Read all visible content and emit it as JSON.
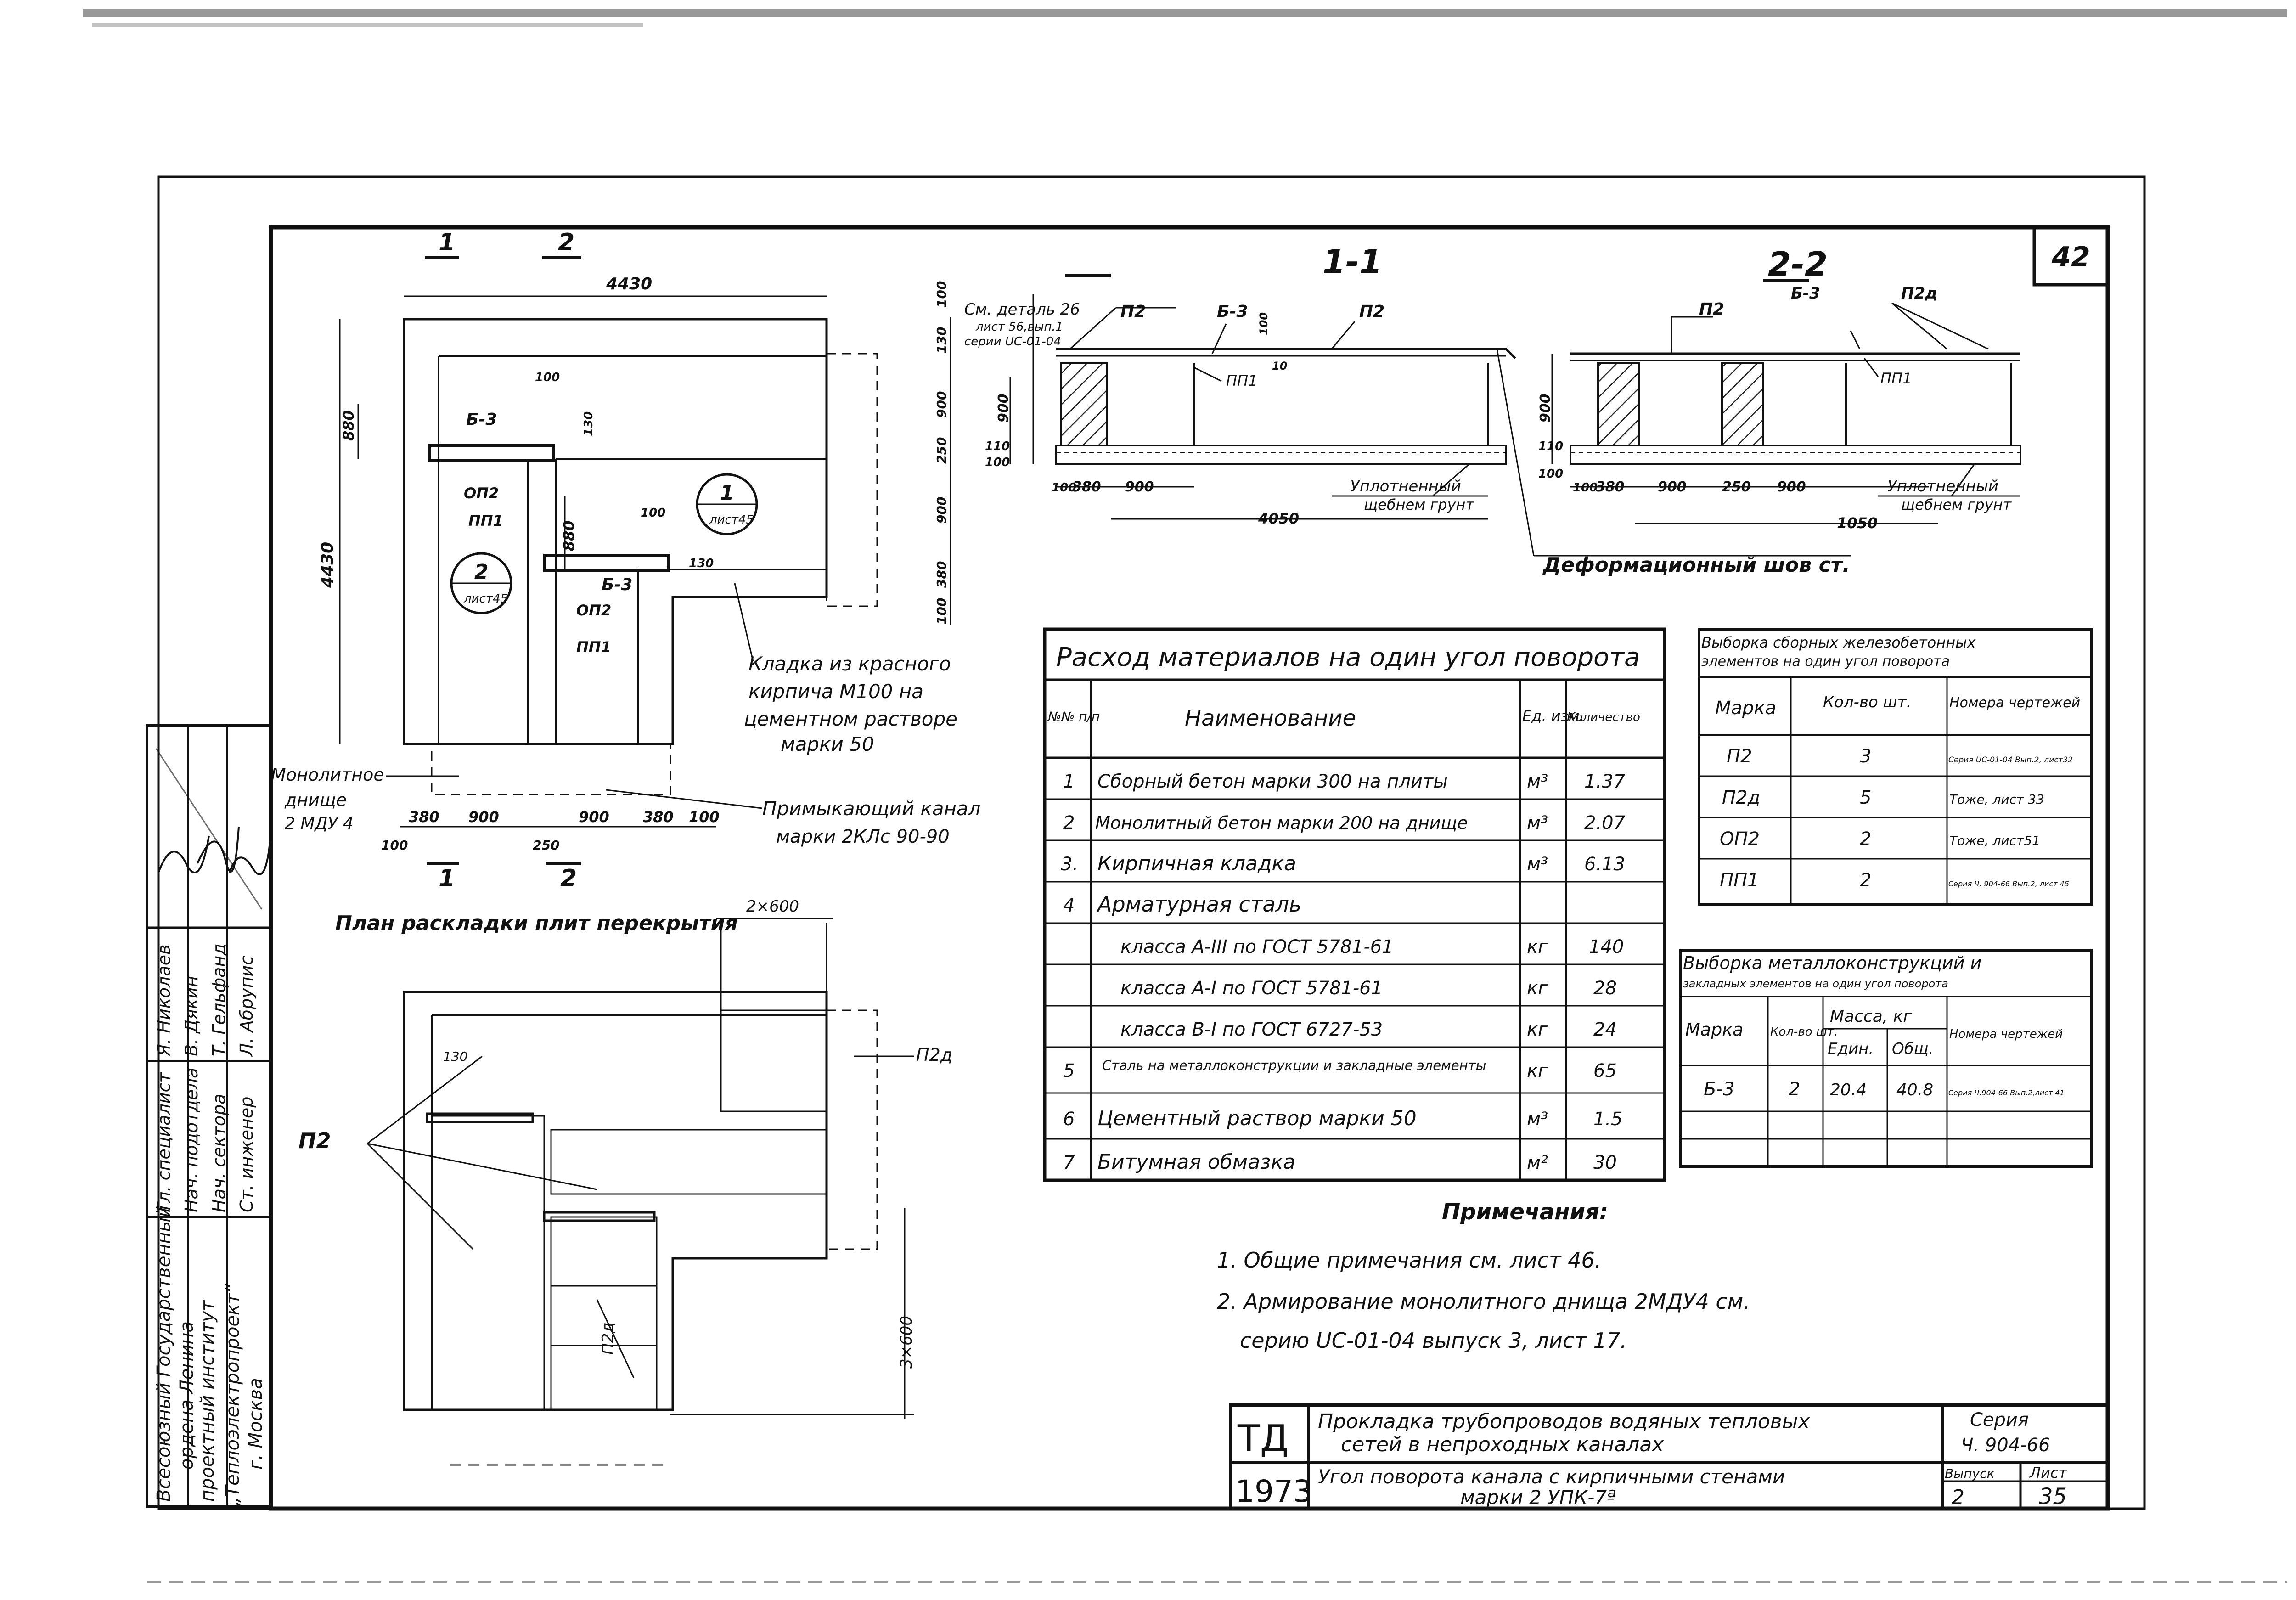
{
  "sheet_number": "42",
  "plan": {
    "title": "План раскладки плит перекрытия",
    "dims_top": "4430",
    "dims_left": "4430",
    "dims_right": [
      "100",
      "130",
      "900",
      "250",
      "900",
      "380",
      "100"
    ],
    "dims_bottom": [
      "100",
      "380",
      "900",
      "250",
      "900",
      "380",
      "100"
    ],
    "dims_inner": {
      "d880a": "880",
      "d880b": "880",
      "d100a": "100",
      "d100b": "100",
      "d130": "130",
      "d130b": "130"
    },
    "section_marks": [
      {
        "num": "1"
      },
      {
        "num": "2"
      }
    ],
    "labels": {
      "b3a": "Б-3",
      "b3b": "Б-3",
      "opt2a": "ОП2",
      "opt2b": "ОП2",
      "pp1a": "ПП1",
      "pp1b": "ПП1"
    },
    "callouts": [
      {
        "num": "1",
        "sheet": "лист45"
      },
      {
        "num": "2",
        "sheet": "лист45"
      }
    ],
    "notes": {
      "kladka": [
        "Кладка из красного",
        "кирпича  М100 на",
        "цементном растворе",
        "марки  50"
      ],
      "monolit": [
        "Монолитное",
        "днище",
        "2 МДУ 4"
      ],
      "canal": [
        "Примыкающий канал",
        "марки 2КЛс 90-90"
      ]
    }
  },
  "plan2": {
    "dims": {
      "top": "2×600",
      "side": "3×600",
      "d130": "130"
    },
    "labels": {
      "p2": "П2",
      "p2d": "П2д",
      "p2d_side": "П2д"
    }
  },
  "section_1_1": {
    "title": "1-1",
    "note": [
      "См. деталь 26",
      "лист 56,вып.1",
      "серии UC-01-04"
    ],
    "labels": {
      "p2a": "П2",
      "b3": "Б-3",
      "p2b": "П2",
      "pp1": "ПП1"
    },
    "dims_v": [
      "100",
      "130",
      "900",
      "110",
      "100"
    ],
    "dims_h": [
      "100",
      "380",
      "900",
      "4050"
    ],
    "d10": "10",
    "d100": "100",
    "ground": [
      "Уплотненный",
      "щебнем грунт"
    ]
  },
  "section_2_2": {
    "title": "2-2",
    "labels": {
      "p2": "П2",
      "b3": "Б-3",
      "p2d": "П2д",
      "pp1": "ПП1"
    },
    "dims_v": [
      "900",
      "110",
      "100"
    ],
    "dims_h": [
      "100",
      "380",
      "900",
      "250",
      "900",
      "1050"
    ],
    "ground": [
      "Уплотненный",
      "щебнем грунт"
    ]
  },
  "deform_label": "Деформационный  шов  ст.",
  "materials": {
    "title": "Расход материалов на один угол поворота",
    "headers": {
      "n": "№№ п/п",
      "name": "Наименование",
      "unit": "Ед. изм.",
      "qty": "Количество"
    },
    "rows": [
      {
        "n": "1",
        "name": "Сборный бетон марки 300 на плиты",
        "unit": "м³",
        "qty": "1.37"
      },
      {
        "n": "2",
        "name": "Монолитный бетон марки 200 на днище",
        "unit": "м³",
        "qty": "2.07"
      },
      {
        "n": "3.",
        "name": "Кирпичная  кладка",
        "unit": "м³",
        "qty": "6.13"
      },
      {
        "n": "4",
        "name": "Арматурная  сталь",
        "unit": "",
        "qty": ""
      },
      {
        "n": "",
        "name": "класса  А-III  по ГОСТ  5781-61",
        "unit": "кг",
        "qty": "140"
      },
      {
        "n": "",
        "name": "класса  А-I   по ГОСТ  5781-61",
        "unit": "кг",
        "qty": "28"
      },
      {
        "n": "",
        "name": "класса  В-I   по ГОСТ  6727-53",
        "unit": "кг",
        "qty": "24"
      },
      {
        "n": "5",
        "name": "Сталь на металлоконструкции и закладные элементы",
        "unit": "кг",
        "qty": "65"
      },
      {
        "n": "6",
        "name": "Цементный  раствор  марки  50",
        "unit": "м³",
        "qty": "1.5"
      },
      {
        "n": "7",
        "name": "Битумная   обмазка",
        "unit": "м²",
        "qty": "30"
      }
    ]
  },
  "precast": {
    "title": [
      "Выборка сборных железобетонных",
      "элементов на один угол поворота"
    ],
    "headers": {
      "mark": "Марка",
      "qty": "Кол-во шт.",
      "ref": "Номера чертежей"
    },
    "rows": [
      {
        "mark": "П2",
        "qty": "3",
        "ref": "Серия UC-01-04 Вып.2, лист32"
      },
      {
        "mark": "П2д",
        "qty": "5",
        "ref": "Тоже, лист 33"
      },
      {
        "mark": "ОП2",
        "qty": "2",
        "ref": "Тоже, лист51"
      },
      {
        "mark": "ПП1",
        "qty": "2",
        "ref": "Серия Ч. 904-66 Вып.2, лист 45"
      }
    ]
  },
  "metal": {
    "title": [
      "Выборка металлоконструкций и",
      "закладных элементов на один угол поворота"
    ],
    "headers": {
      "mark": "Марка",
      "qty": "Кол-во шт.",
      "mass": "Масса, кг",
      "unit_mass": "Един.",
      "total": "Общ.",
      "ref": "Номера чертежей"
    },
    "rows": [
      {
        "mark": "Б-3",
        "qty": "2",
        "unit_mass": "20.4",
        "total": "40.8",
        "ref": "Серия Ч.904-66 Вып.2,лист 41"
      }
    ]
  },
  "notes": {
    "title": "Примечания:",
    "items": [
      "1. Общие примечания  см.     лист 46.",
      "2. Армирование  монолитного  днища  2МДУ4  см.",
      "серию  UC-01-04   выпуск 3,  лист 17."
    ]
  },
  "stamp": {
    "td": "ТД",
    "year": "1973",
    "title1": [
      "Прокладка  трубопроводов  водяных  тепловых",
      "сетей  в  непроходных  каналах"
    ],
    "title2": [
      "Угол  поворота  канала  с кирпичными стенами",
      "марки   2 УПК-7ª"
    ],
    "series_label": "Серия",
    "series": "Ч. 904-66",
    "issue_label": "Выпуск",
    "issue": "2",
    "sheet_label": "Лист",
    "sheet": "35"
  },
  "side_block": {
    "org": [
      "Всесоюзный Государственный",
      "ордена  Ленина",
      "проектный  институт",
      "„Теплоэлектропроект“",
      "г. Москва"
    ],
    "roles": [
      "Гл. специалист",
      "Нач. подотдела",
      "Нач. сектора",
      "Ст. инженер"
    ],
    "names": [
      "Я. Николаев",
      "В. Дякин",
      "Т. Гельфанд",
      "Л. Абрупис"
    ]
  }
}
